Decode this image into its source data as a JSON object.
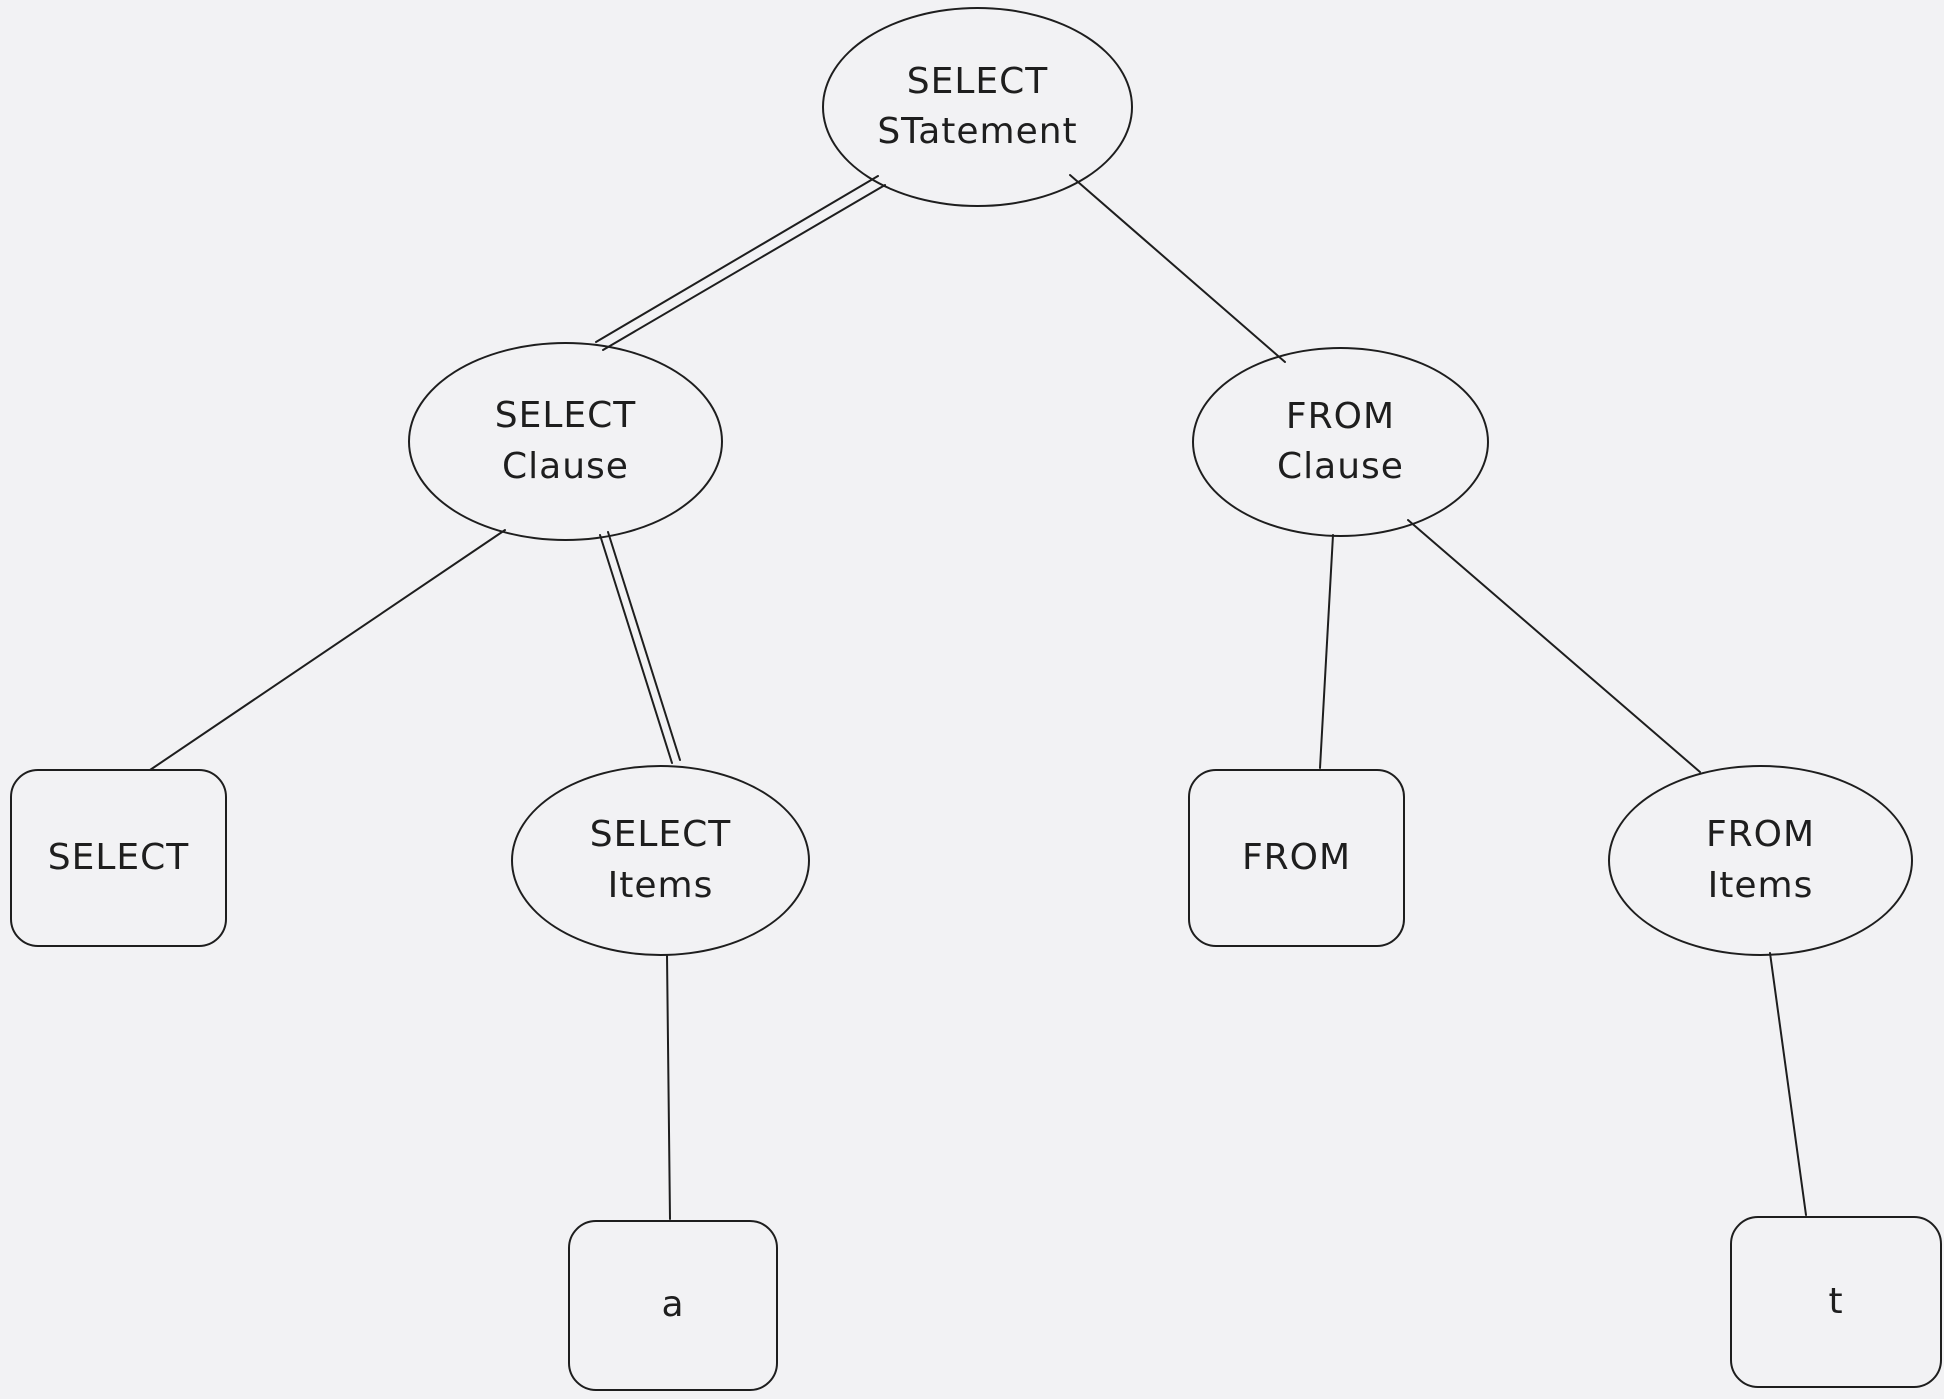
{
  "diagram": {
    "type": "tree",
    "description": "Parse tree of a SQL SELECT statement",
    "colors": {
      "background": "#f2f2f4",
      "stroke": "#1e1e1e",
      "text": "#1e1e1e"
    },
    "nodes": {
      "select_statement": {
        "label": "SELECT\nSTatement",
        "shape": "ellipse"
      },
      "select_clause": {
        "label": "SELECT\nClause",
        "shape": "ellipse"
      },
      "from_clause": {
        "label": "FROM\nClause",
        "shape": "ellipse"
      },
      "select_keyword": {
        "label": "SELECT",
        "shape": "rectangle"
      },
      "select_items": {
        "label": "SELECT\nItems",
        "shape": "ellipse"
      },
      "from_keyword": {
        "label": "FROM",
        "shape": "rectangle"
      },
      "from_items": {
        "label": "FROM\nItems",
        "shape": "ellipse"
      },
      "item_a": {
        "label": "a",
        "shape": "rectangle"
      },
      "item_t": {
        "label": "t",
        "shape": "rectangle"
      }
    },
    "edges": [
      {
        "from": "select_statement",
        "to": "select_clause"
      },
      {
        "from": "select_statement",
        "to": "from_clause"
      },
      {
        "from": "select_clause",
        "to": "select_keyword"
      },
      {
        "from": "select_clause",
        "to": "select_items"
      },
      {
        "from": "from_clause",
        "to": "from_keyword"
      },
      {
        "from": "from_clause",
        "to": "from_items"
      },
      {
        "from": "select_items",
        "to": "item_a"
      },
      {
        "from": "from_items",
        "to": "item_t"
      }
    ]
  }
}
